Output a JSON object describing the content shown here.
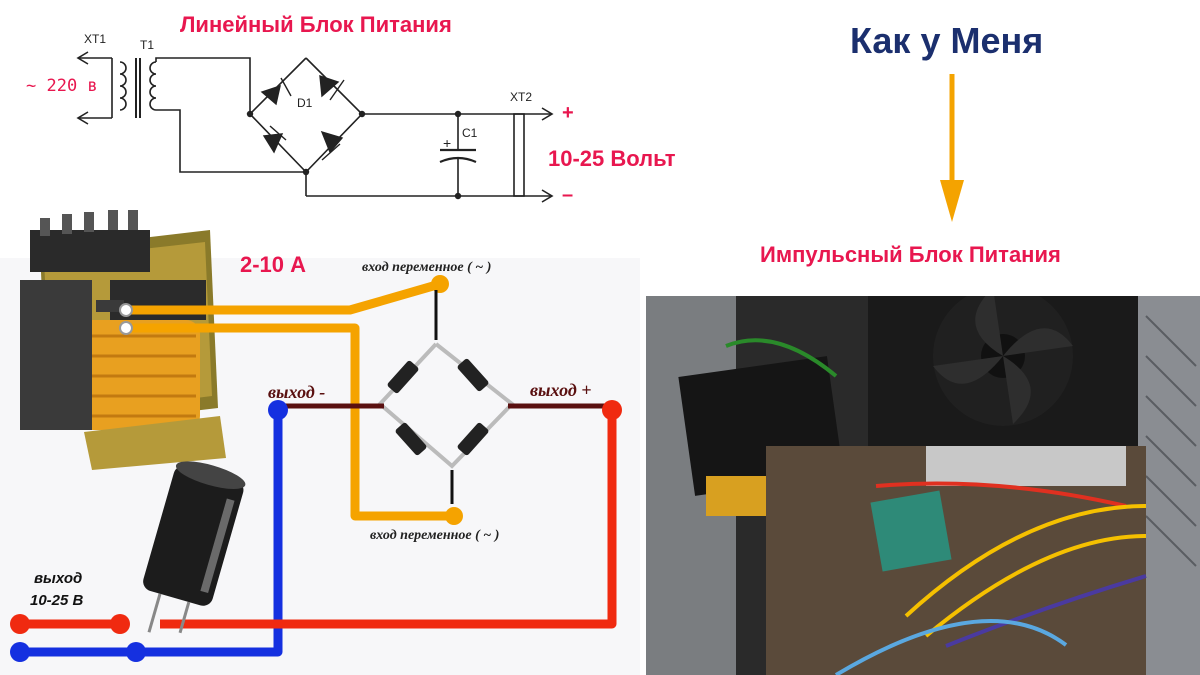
{
  "schematic": {
    "title": "Линейный Блок Питания",
    "xt1": "XT1",
    "t1": "T1",
    "input_voltage": "~ 220 в",
    "d1": "D1",
    "c1": "C1",
    "xt2": "XT2",
    "plus": "+",
    "minus": "–",
    "output_range": "10-25 Вольт"
  },
  "wiring": {
    "current": "2-10 А",
    "ac_in_top": "вход переменное ( ~ )",
    "ac_in_bottom": "вход переменное ( ~ )",
    "out_minus": "выход -",
    "out_plus": "выход +",
    "output_line1": "выход",
    "output_line2": "10-25 В"
  },
  "right": {
    "heading": "Как у Меня",
    "subheading": "Импульсный Блок Питания"
  },
  "colors": {
    "title_red": "#e8174f",
    "heading_blue": "#1b2f6e",
    "arrow_orange": "#f4a300",
    "wire_orange": "#f5a300",
    "wire_red": "#f02a10",
    "wire_blue": "#1530e0",
    "wire_dark": "#5a1010"
  }
}
